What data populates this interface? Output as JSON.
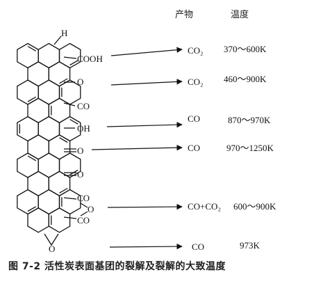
{
  "headers": {
    "product": "产物",
    "temperature": "温度"
  },
  "structure": {
    "h": "H",
    "cooh": "COOH",
    "ring_o": "O",
    "ring_co": "CO",
    "oh": "OH",
    "quinone_o1": "O",
    "quinone_o2": "O",
    "anhydride_co1": "CO",
    "anhydride_o": "O",
    "anhydride_co2": "CO",
    "ether_o": "O"
  },
  "rows": [
    {
      "product": "CO₂",
      "temperature": "370～600K"
    },
    {
      "product": "CO₂",
      "temperature": "460～900K"
    },
    {
      "product": "CO",
      "temperature": "870～970K"
    },
    {
      "product": "CO",
      "temperature": "970～1250K"
    },
    {
      "product": "CO+CO₂",
      "temperature": "600～900K"
    },
    {
      "product": "CO",
      "temperature": "973K"
    }
  ],
  "caption": "图 7-2   活性炭表面基团的裂解及裂解的大致温度"
}
